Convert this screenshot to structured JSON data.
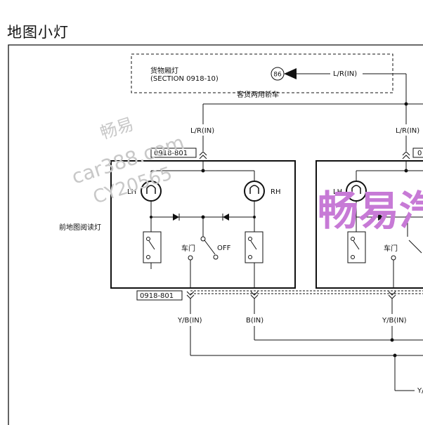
{
  "page_title": "地图小灯",
  "cargo_lamp": {
    "name": "货物厢灯",
    "section": "(SECTION 0918-10)",
    "variant": "客货两用轿车",
    "ref_number": "86"
  },
  "wires": {
    "top_feed": "L/R(IN)",
    "left_feed": "L/R(IN)",
    "right_feed": "L/R(IN)",
    "left_out_a": "Y/B(IN)",
    "left_out_b": "B(IN)",
    "right_out_a": "Y/B(IN)",
    "bottom_right": "Y/"
  },
  "connectors": {
    "top_left": "0918-801",
    "bottom_left": "0918-801",
    "top_right": "0"
  },
  "lamp_unit": {
    "name": "前地图阅读灯",
    "lh": "LH",
    "rh": "RH",
    "door": "车门",
    "off": "OFF"
  },
  "right_unit": {
    "lh": "LH",
    "door": "车门"
  },
  "watermarks": {
    "gray_1": "畅易",
    "gray_2": "car388.com",
    "gray_3": "CY20565",
    "purple": "畅易汽"
  }
}
